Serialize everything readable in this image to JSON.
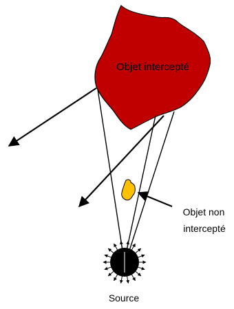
{
  "diagram": {
    "labels": {
      "intercepted_object": "Objet intercepté",
      "non_intercepted_object_line1": "Objet non",
      "non_intercepted_object_line2": "intercepté",
      "source": "Source"
    },
    "colors": {
      "intercepted_object_fill": "#C00000",
      "non_intercepted_object_fill": "#FFC000",
      "source_fill": "#000000",
      "line": "#000000"
    }
  }
}
